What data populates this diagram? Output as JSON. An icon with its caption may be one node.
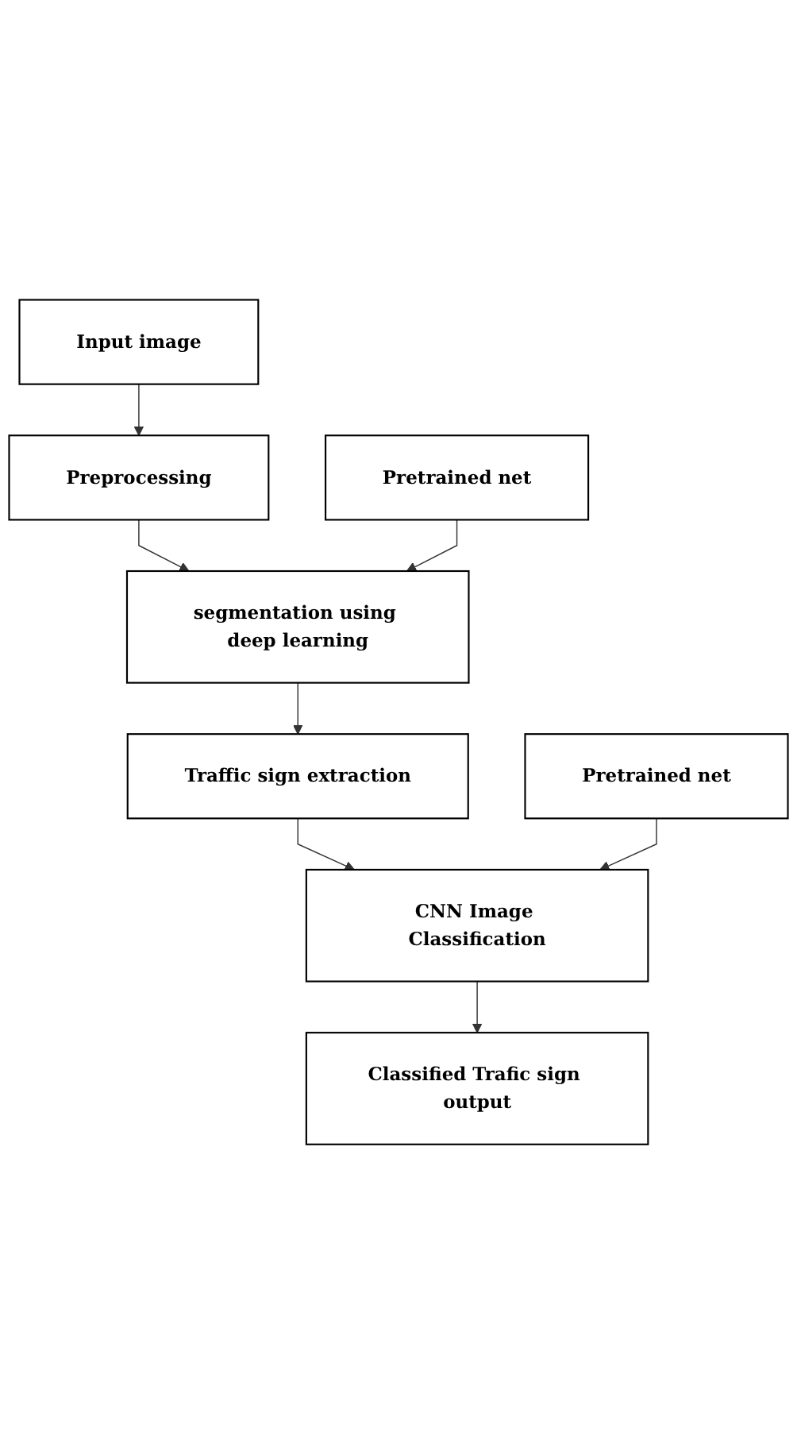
{
  "diagram": {
    "nodes": [
      {
        "text": [
          "Input image"
        ]
      },
      {
        "text": [
          "Preprocessing"
        ]
      },
      {
        "text": [
          "Pretrained net"
        ]
      },
      {
        "text": [
          "segmentation using deep learning"
        ]
      },
      {
        "text": [
          "Traffic sign extraction"
        ]
      },
      {
        "text": [
          "Pretrained net"
        ]
      },
      {
        "text": [
          "CNN Image Classification"
        ]
      },
      {
        "text": [
          "Classified Trafic sign output"
        ]
      }
    ],
    "edges": [
      {
        "from": 0,
        "to": 1,
        "arrow": "to"
      },
      {
        "from": 1,
        "to": 3,
        "arrow": "to"
      },
      {
        "from": 2,
        "to": 3,
        "arrow": "to"
      },
      {
        "from": 3,
        "to": 4,
        "arrow": "to"
      },
      {
        "from": 4,
        "to": 6,
        "arrow": "to"
      },
      {
        "from": 5,
        "to": 6,
        "arrow": "to"
      },
      {
        "from": 6,
        "to": 7,
        "arrow": "to"
      }
    ]
  }
}
